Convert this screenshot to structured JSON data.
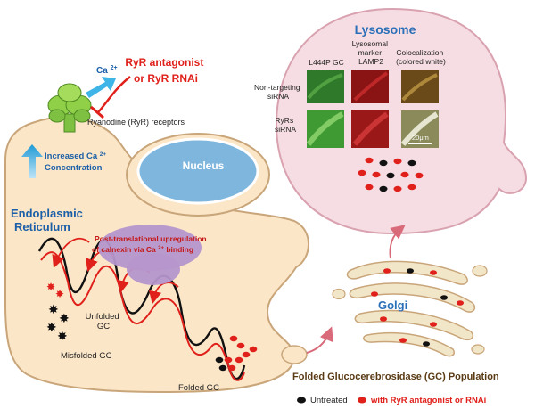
{
  "colors": {
    "er_fill": "#fbe6c8",
    "er_stroke": "#c9a57a",
    "lysosome_fill": "#f6dde3",
    "lysosome_stroke": "#d9a2b0",
    "nucleus": "#7fb6de",
    "callout": "#b596cc",
    "blue_text": "#1b5fa8",
    "red": "#e0201a",
    "golgi_fill": "#f2e6c9",
    "golgi_stroke": "#c9a57a",
    "golgi_label": "#2a6fb8",
    "channel_green": "#7ec142",
    "legend_title": "#5a3a14"
  },
  "labels": {
    "calcium": "Ca",
    "calcium_sup": "2+",
    "ryr_antagonist_line1": "RyR antagonist",
    "ryr_antagonist_line2": "or RyR RNAi",
    "ryr_receptors": "Ryanodine (RyR) receptors",
    "increased_line1": "Increased Ca",
    "increased_sup": "2+",
    "increased_line2": "Concentration",
    "nucleus": "Nucleus",
    "er_line1": "Endoplasmic",
    "er_line2": "Reticulum",
    "callout_line1": "Post-translational upregulation",
    "callout_line2a": "of calnexin via Ca",
    "callout_sup": "2+",
    "callout_line2b": " binding",
    "unfolded_line1": "Unfolded",
    "unfolded_line2": "GC",
    "misfolded": "Misfolded GC",
    "folded": "Folded GC",
    "golgi": "Golgi",
    "lysosome": "Lysosome",
    "legend_title": "Folded Glucocerebrosidase (GC) Population",
    "legend_untreated": "Untreated",
    "legend_treated": "with RyR antagonist or RNAi"
  },
  "micrograph": {
    "col_headers": [
      [
        "L444P GC"
      ],
      [
        "Lysosomal",
        "marker",
        "LAMP2"
      ],
      [
        "Colocalization",
        "(colored white)"
      ]
    ],
    "row_headers": [
      [
        "Non-targeting",
        "siRNA"
      ],
      [
        "RyRs",
        "siRNA"
      ]
    ],
    "scale_bar": "20μm",
    "panel_colors": [
      [
        "#2f7a2a",
        "#8a1414",
        "#6b4a1a"
      ],
      [
        "#3f9a34",
        "#9a1818",
        "#8a8a5a"
      ]
    ]
  }
}
